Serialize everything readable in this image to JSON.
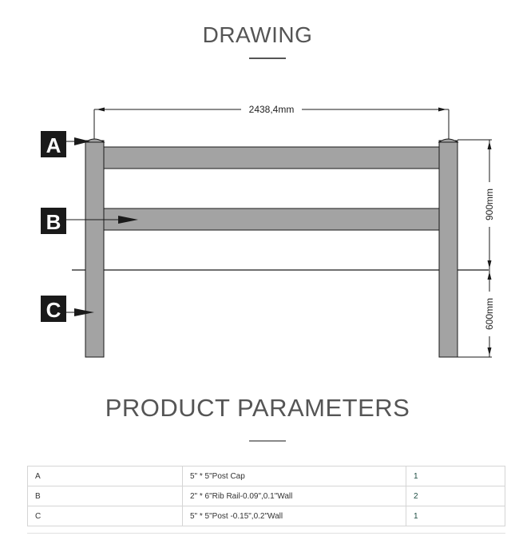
{
  "drawing": {
    "title": "DRAWING",
    "labels": {
      "a": "A",
      "b": "B",
      "c": "C"
    },
    "dimensions": {
      "width": "2438,4mm",
      "above_ground_height": "900mm",
      "below_ground_depth": "600mm"
    },
    "colors": {
      "post_fill": "#a3a3a3",
      "line": "#1a1a1a",
      "label_bg": "#1a1a1a"
    }
  },
  "parameters": {
    "title": "PRODUCT PARAMETERS",
    "rows": [
      {
        "code": "A",
        "description": "5\" * 5\"Post Cap",
        "quantity": "1"
      },
      {
        "code": "B",
        "description": "2\" * 6\"Rib Rail-0.09\",0.1\"Wall",
        "quantity": "2"
      },
      {
        "code": "C",
        "description": "5\" * 5\"Post -0.15\",0.2\"Wall",
        "quantity": "1"
      }
    ]
  }
}
